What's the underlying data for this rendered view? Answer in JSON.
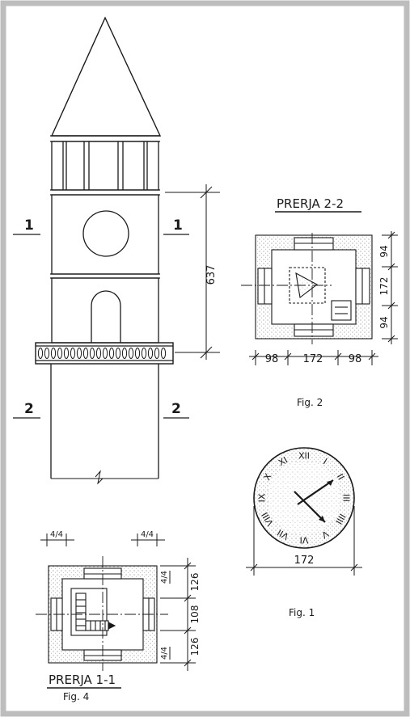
{
  "labels": {
    "section_2_title": "PRERJA 2-2",
    "section_1_title": "PRERJA 1-1",
    "fig_2": "Fig. 2",
    "fig_1": "Fig. 1",
    "fig_4": "Fig. 4",
    "cut_1_left": "1",
    "cut_1_right": "1",
    "cut_2_left": "2",
    "cut_2_right": "2"
  },
  "dimensions": {
    "tower_height": "637",
    "s22_width_left": "98",
    "s22_width_mid": "172",
    "s22_width_right": "98",
    "s22_height_top": "94",
    "s22_height_mid": "172",
    "s22_height_bottom": "94",
    "clock_diameter": "172",
    "s11_top_small_left": "4/4",
    "s11_top_small_right": "4/4",
    "s11_side_small_top": "4/4",
    "s11_side_small_bottom": "4/4",
    "s11_height_top": "126",
    "s11_height_mid": "108",
    "s11_height_bottom": "126"
  },
  "clock": {
    "numerals": [
      "XII",
      "I",
      "II",
      "III",
      "IIII",
      "V",
      "VI",
      "VII",
      "VIII",
      "IX",
      "X",
      "XI"
    ]
  },
  "colors": {
    "ink": "#1a1a1a",
    "hatch": "#c9c9c9",
    "frame": "#bdbdbd"
  }
}
